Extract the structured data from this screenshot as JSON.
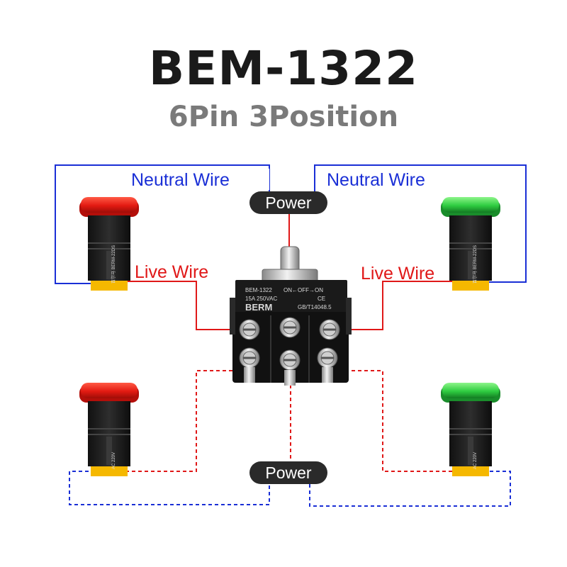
{
  "title": "BEM-1322",
  "subtitle": "6Pin 3Position",
  "labels": {
    "neutral_left": "Neutral Wire",
    "neutral_right": "Neutral Wire",
    "live_left": "Live Wire",
    "live_right": "Live Wire",
    "power_top": "Power",
    "power_bottom": "Power"
  },
  "switch_markings": {
    "model": "BEM-1322",
    "mode": "ON←OFF→ON",
    "rating": "15A 250VAC",
    "brand": "BERM",
    "cert": "CE",
    "standard": "GB/T14048.5"
  },
  "indicator_markings": {
    "brand_line": "百尔马 BERM-22DS",
    "voltage": "AC 220V"
  },
  "colors": {
    "neutral": "#1a2fd6",
    "live": "#e01818",
    "lamp_red": "#e31a12",
    "lamp_green": "#2ecc40",
    "pill": "#2a2a2a"
  }
}
